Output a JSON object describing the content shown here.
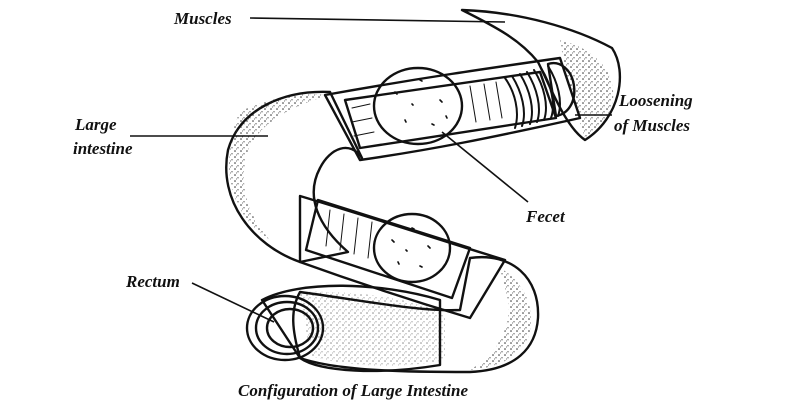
{
  "labels": {
    "muscles": "Muscles",
    "loosening_line1": "Loosening",
    "loosening_line2": "of Muscles",
    "large_intestine_line1": "Large",
    "large_intestine_line2": "intestine",
    "fecet": "Fecet",
    "rectum": "Rectum"
  },
  "caption": "Configuration of Large Intestine",
  "colors": {
    "ink": "#111111",
    "background": "#ffffff"
  }
}
